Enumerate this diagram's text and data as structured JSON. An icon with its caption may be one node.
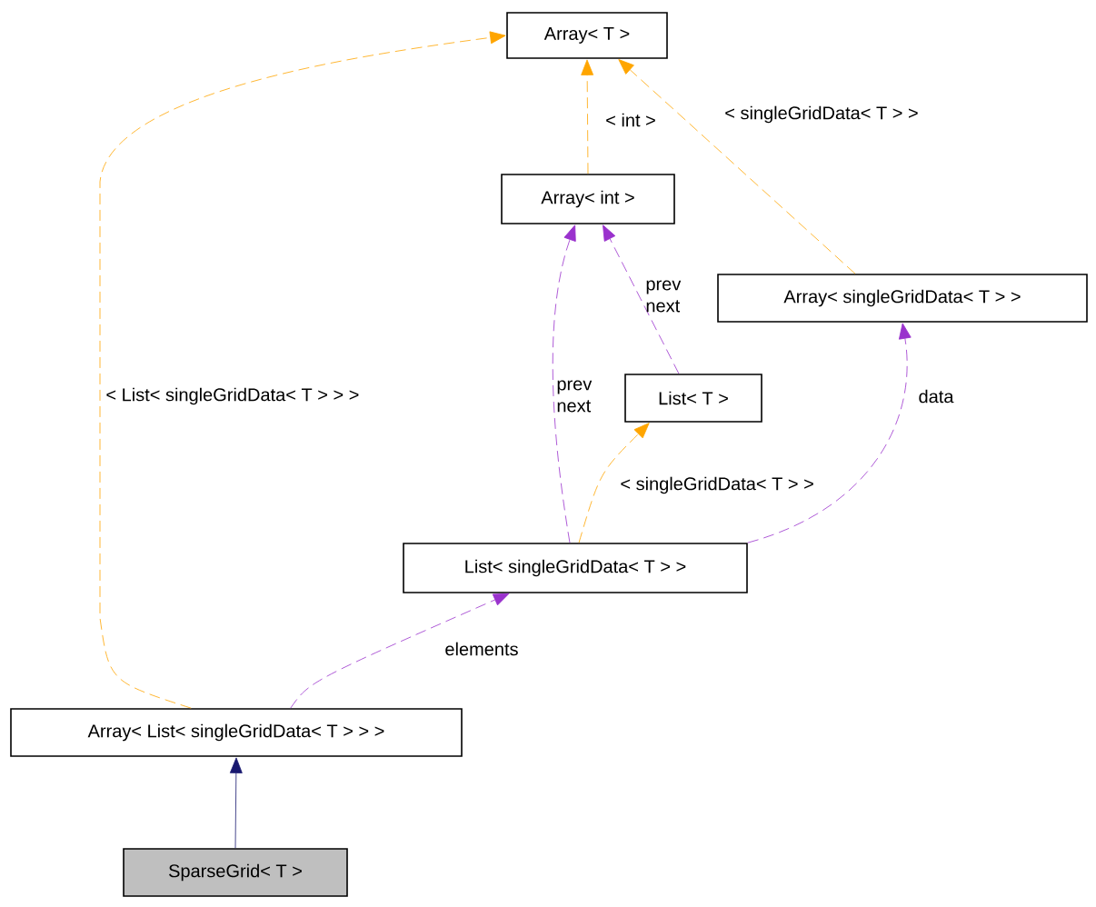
{
  "diagram": {
    "nodes": [
      {
        "text": [
          "Array< T >"
        ]
      },
      {
        "text": [
          "Array< int >"
        ]
      },
      {
        "text": [
          "Array< singleGridData< T > >"
        ]
      },
      {
        "text": [
          "List< T >"
        ]
      },
      {
        "text": [
          "List< singleGridData< T > >"
        ]
      },
      {
        "text": [
          "Array< List< singleGridData< T > > >"
        ]
      },
      {
        "text": [
          "SparseGrid< T >"
        ]
      }
    ],
    "edges": [
      {
        "from": 5,
        "to": 0,
        "arrow": "to",
        "label": "< List< singleGridData< T > > >",
        "style": "dashed",
        "color": "#ffa500"
      },
      {
        "from": 1,
        "to": 0,
        "arrow": "to",
        "label": "< int >",
        "style": "dashed",
        "color": "#ffa500"
      },
      {
        "from": 2,
        "to": 0,
        "arrow": "to",
        "label": "< singleGridData< T > >",
        "style": "dashed",
        "color": "#ffa500"
      },
      {
        "from": 4,
        "to": 1,
        "arrow": "to",
        "label": "prev next",
        "style": "dashed",
        "color": "#9a32cd"
      },
      {
        "from": 3,
        "to": 1,
        "arrow": "to",
        "label": "prev next",
        "style": "dashed",
        "color": "#9a32cd"
      },
      {
        "from": 4,
        "to": 3,
        "arrow": "to",
        "label": "< singleGridData< T > >",
        "style": "dashed",
        "color": "#ffa500"
      },
      {
        "from": 4,
        "to": 2,
        "arrow": "to",
        "label": "data",
        "style": "dashed",
        "color": "#9a32cd"
      },
      {
        "from": 5,
        "to": 4,
        "arrow": "to",
        "label": "elements",
        "style": "dashed",
        "color": "#9a32cd"
      },
      {
        "from": 6,
        "to": 5,
        "arrow": "to",
        "color": "#191970"
      }
    ]
  }
}
